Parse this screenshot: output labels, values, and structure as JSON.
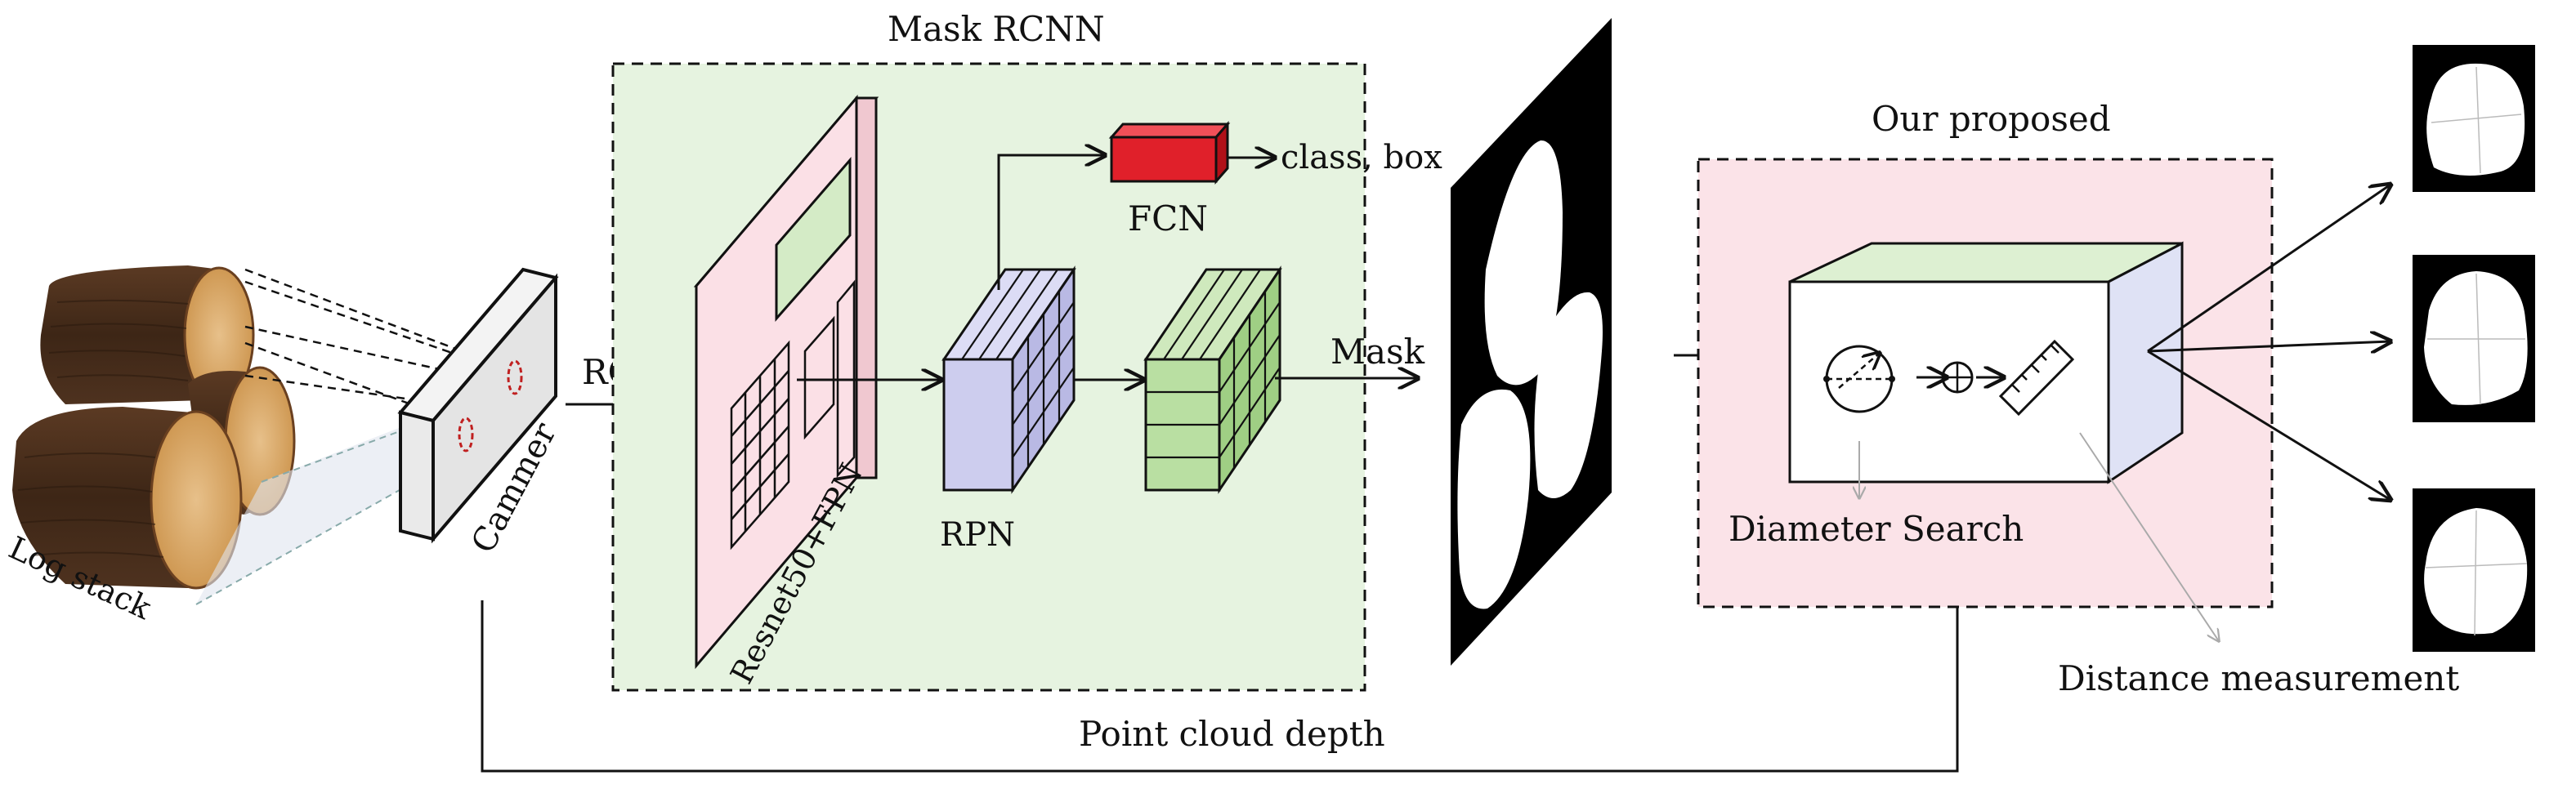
{
  "labels": {
    "mask_rcnn": "Mask RCNN",
    "log_stack": "Log stack",
    "cammer": "Cammer",
    "rgb": "RGB",
    "backbone": "Resnet50+FPN",
    "rpn": "RPN",
    "fcn": "FCN",
    "class_box": "class, box",
    "mask": "Mask",
    "point_cloud_depth": "Point cloud depth",
    "our_proposed": "Our proposed",
    "diameter_search": "Diameter Search",
    "distance_measurement": "Distance measurement"
  },
  "colors": {
    "mask_rcnn_bg": "#e6f3e0",
    "proposed_bg": "#fbe3e8",
    "backbone_fill": "#fbe0e6",
    "backbone_window": "#d4ebc6",
    "rpn_fill": "#cdcdee",
    "mask_head_fill": "#b9dfa2",
    "fcn_fill": "#e0202a",
    "box_top": "#ddf0d2",
    "box_side": "#dfe2f5",
    "wood_bark": "#4a2f1d",
    "wood_face": "#d9a864"
  },
  "icons": [
    "log-stack-image",
    "camera-icon",
    "circle-diameter-icon",
    "crosshair-icon",
    "ruler-icon"
  ]
}
